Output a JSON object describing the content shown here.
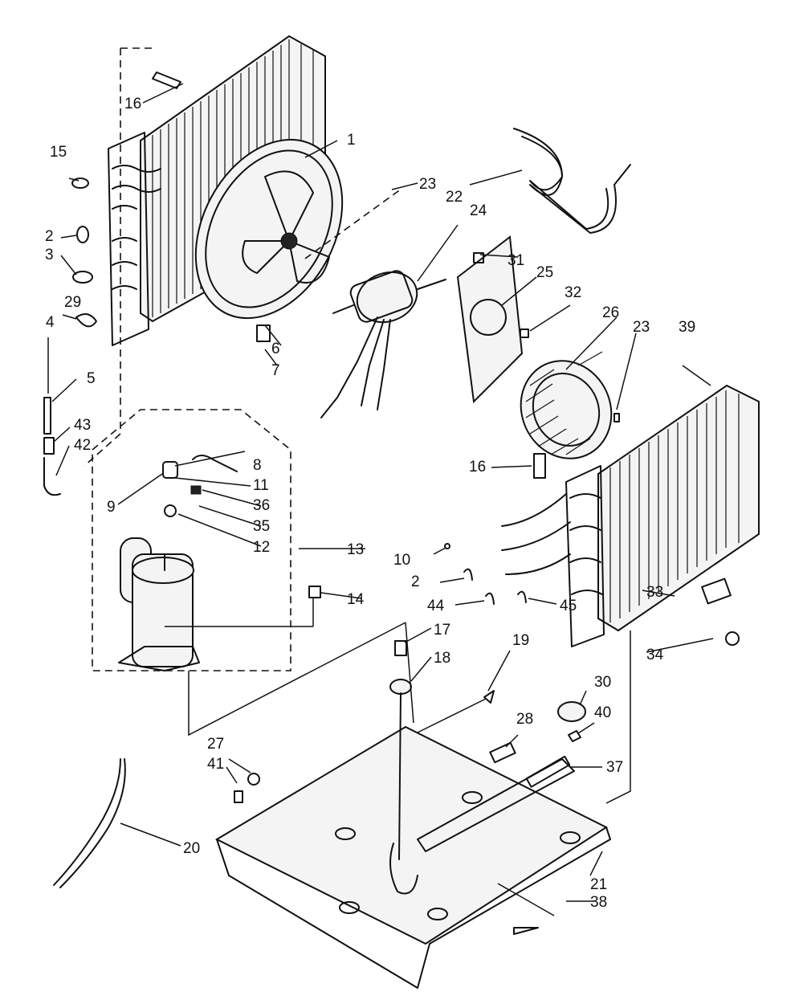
{
  "callouts": {
    "c1": "1",
    "c2a": "2",
    "c2b": "2",
    "c3": "3",
    "c4": "4",
    "c5": "5",
    "c6": "6",
    "c7": "7",
    "c8": "8",
    "c9": "9",
    "c10": "10",
    "c11": "11",
    "c12": "12",
    "c13": "13",
    "c14": "14",
    "c15": "15",
    "c16a": "16",
    "c16b": "16",
    "c17": "17",
    "c18": "18",
    "c19": "19",
    "c20": "20",
    "c21": "21",
    "c22": "22",
    "c23a": "23",
    "c23b": "23",
    "c24": "24",
    "c25": "25",
    "c26": "26",
    "c27": "27",
    "c28": "28",
    "c29": "29",
    "c30": "30",
    "c31": "31",
    "c32": "32",
    "c33": "33",
    "c34": "34",
    "c35": "35",
    "c36": "36",
    "c37": "37",
    "c38": "38",
    "c39": "39",
    "c40": "40",
    "c41": "41",
    "c42": "42",
    "c43": "43",
    "c44": "44",
    "c45": "45"
  }
}
